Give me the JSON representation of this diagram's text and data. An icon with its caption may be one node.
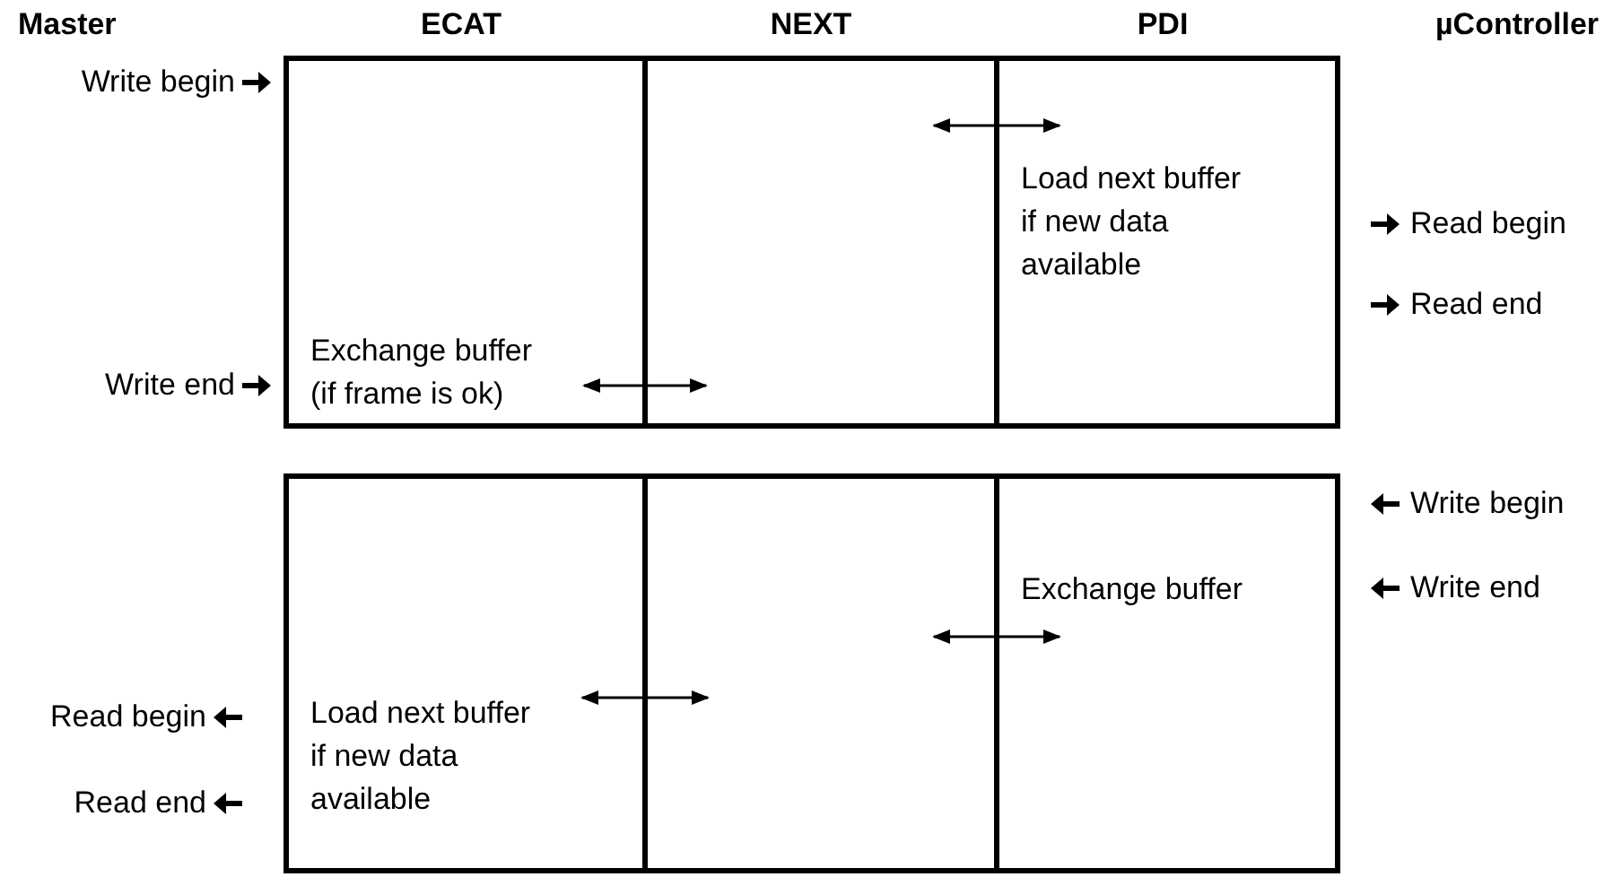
{
  "diagram": {
    "nodes": [
      {
        "text": [],
        "shape": "box"
      },
      {
        "text": [
          "Exchange buffer (if frame is ok)"
        ],
        "in": 0
      },
      {
        "text": [],
        "shape": "box",
        "in": 0
      },
      {
        "text": [
          "Load next buffer if new data available"
        ],
        "in": 0
      },
      {
        "text": [],
        "shape": "box"
      },
      {
        "text": [
          "Load next buffer if new data available"
        ],
        "in": 4
      },
      {
        "text": [],
        "shape": "box",
        "in": 4
      },
      {
        "text": [
          "Exchange buffer"
        ],
        "in": 4
      }
    ],
    "edges": [
      {
        "from": 1,
        "to": 2,
        "arrow": "both"
      },
      {
        "from": 2,
        "to": 3,
        "arrow": "both"
      },
      {
        "from": 7,
        "to": 6,
        "arrow": "both"
      },
      {
        "from": 6,
        "to": 5,
        "arrow": "both"
      }
    ],
    "labels": [
      "Master",
      "ECAT",
      "NEXT",
      "PDI",
      "µController",
      "Write begin",
      "Read begin",
      "Read end",
      "Write end",
      "Write begin",
      "Write end",
      "Read begin",
      "Read end"
    ]
  }
}
